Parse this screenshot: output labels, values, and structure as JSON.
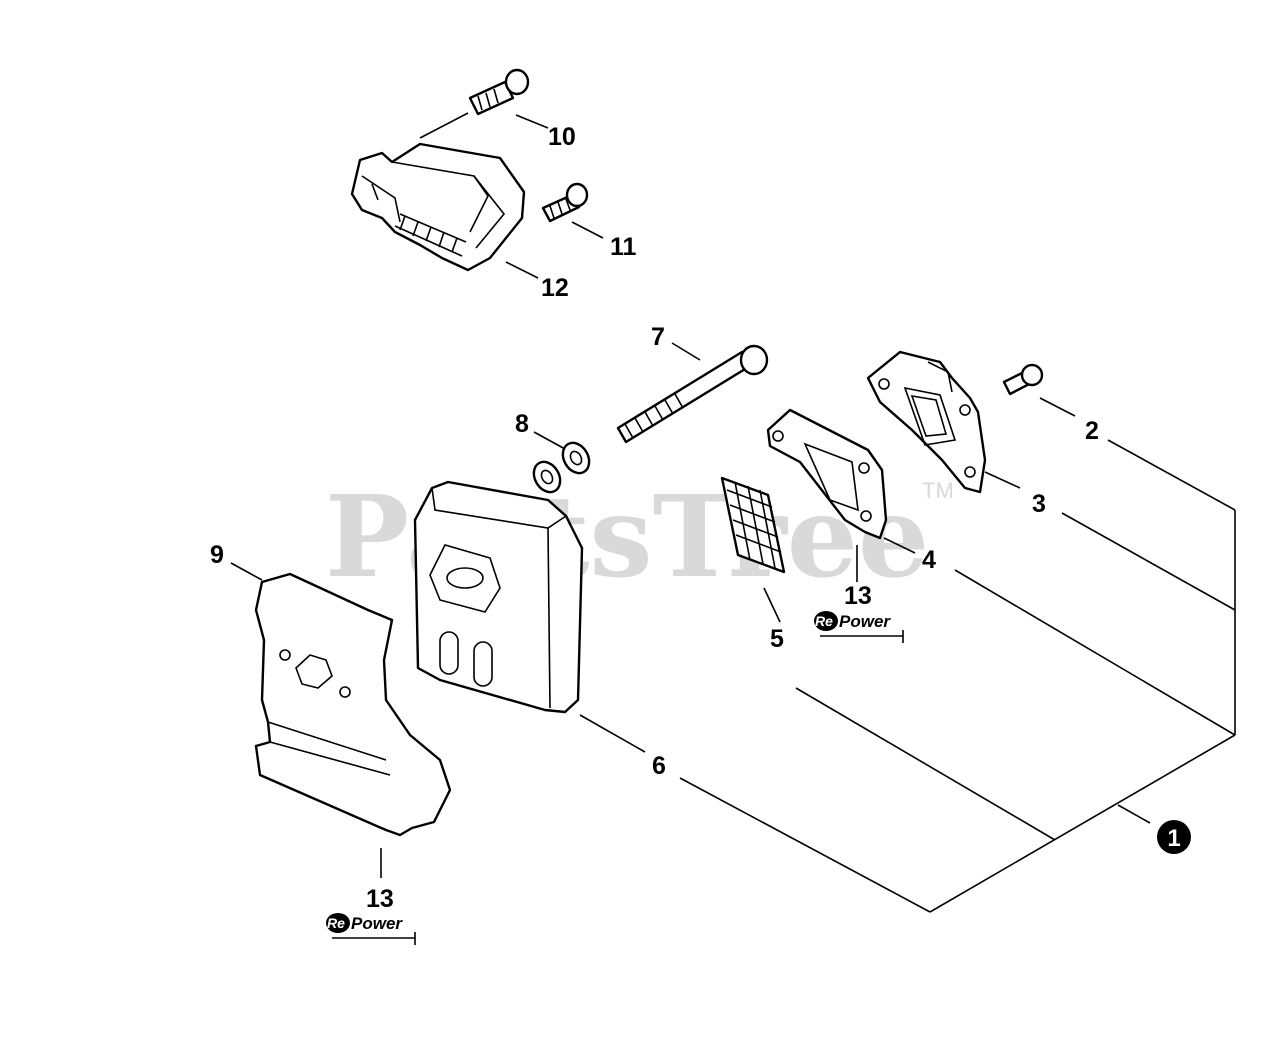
{
  "watermark": {
    "text": "PartsTree",
    "trademark": "TM"
  },
  "assembly_marker": "1",
  "callouts": {
    "c2": "2",
    "c3": "3",
    "c4": "4",
    "c5": "5",
    "c6": "6",
    "c7": "7",
    "c8": "8",
    "c9": "9",
    "c10": "10",
    "c11": "11",
    "c12": "12",
    "c13a": "13",
    "c13b": "13"
  },
  "repower_badge": {
    "prefix": "Re",
    "suffix": "Power"
  }
}
